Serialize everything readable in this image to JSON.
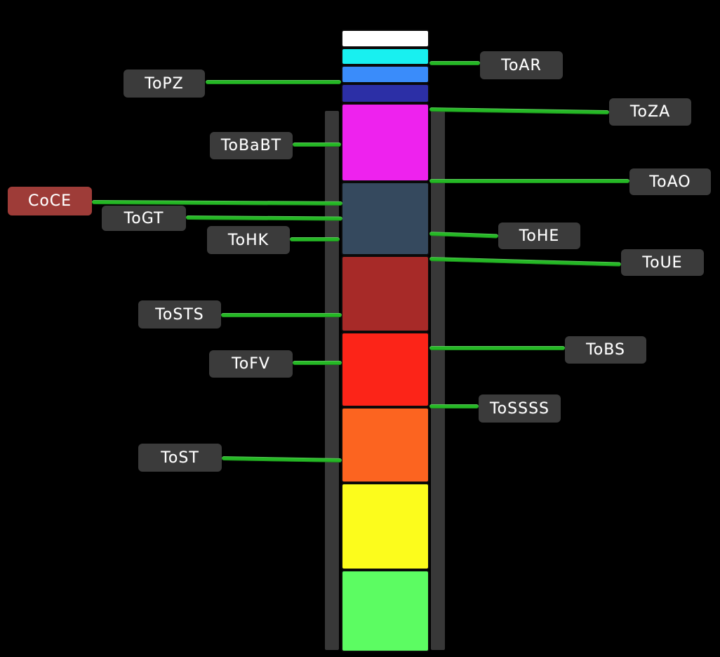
{
  "figure": {
    "type": "stacked-color-column-with-callouts",
    "background": "#000000"
  },
  "colors": {
    "rail": "#383838",
    "callout_box": "#3b3b3b",
    "highlight_box": "#9e3c38",
    "callout_text": "#ffffff",
    "connector": "#25b825"
  },
  "segments": [
    {
      "name": "white",
      "color": "#ffffff"
    },
    {
      "name": "cyan",
      "color": "#18f0f0"
    },
    {
      "name": "blue",
      "color": "#3a8cfa"
    },
    {
      "name": "navy",
      "color": "#2c2fa6"
    },
    {
      "name": "magenta",
      "color": "#ee22ee"
    },
    {
      "name": "slate",
      "color": "#35495e"
    },
    {
      "name": "dark-red",
      "color": "#a72a28"
    },
    {
      "name": "red",
      "color": "#fc2418"
    },
    {
      "name": "orange",
      "color": "#fc6420"
    },
    {
      "name": "yellow",
      "color": "#fcfc1c"
    },
    {
      "name": "green",
      "color": "#5cfc62"
    }
  ],
  "callouts": [
    {
      "id": "toar",
      "label": "ToAR",
      "side": "right",
      "points_to": "cyan"
    },
    {
      "id": "topz",
      "label": "ToPZ",
      "side": "left",
      "points_to": "blue-navy boundary"
    },
    {
      "id": "toza",
      "label": "ToZA",
      "side": "right",
      "points_to": "magenta top"
    },
    {
      "id": "tobabt",
      "label": "ToBaBT",
      "side": "left",
      "points_to": "magenta"
    },
    {
      "id": "toao",
      "label": "ToAO",
      "side": "right",
      "points_to": "magenta-slate boundary"
    },
    {
      "id": "coce",
      "label": "CoCE",
      "side": "left",
      "points_to": "slate",
      "highlight": true
    },
    {
      "id": "togt",
      "label": "ToGT",
      "side": "left",
      "points_to": "slate"
    },
    {
      "id": "tohk",
      "label": "ToHK",
      "side": "left",
      "points_to": "slate"
    },
    {
      "id": "tohe",
      "label": "ToHE",
      "side": "right",
      "points_to": "slate"
    },
    {
      "id": "toue",
      "label": "ToUE",
      "side": "right",
      "points_to": "slate-darkred boundary"
    },
    {
      "id": "tosts",
      "label": "ToSTS",
      "side": "left",
      "points_to": "dark-red"
    },
    {
      "id": "tobs",
      "label": "ToBS",
      "side": "right",
      "points_to": "red"
    },
    {
      "id": "tofv",
      "label": "ToFV",
      "side": "left",
      "points_to": "red"
    },
    {
      "id": "tossss",
      "label": "ToSSSS",
      "side": "right",
      "points_to": "red-orange boundary"
    },
    {
      "id": "tost",
      "label": "ToST",
      "side": "left",
      "points_to": "orange"
    }
  ]
}
